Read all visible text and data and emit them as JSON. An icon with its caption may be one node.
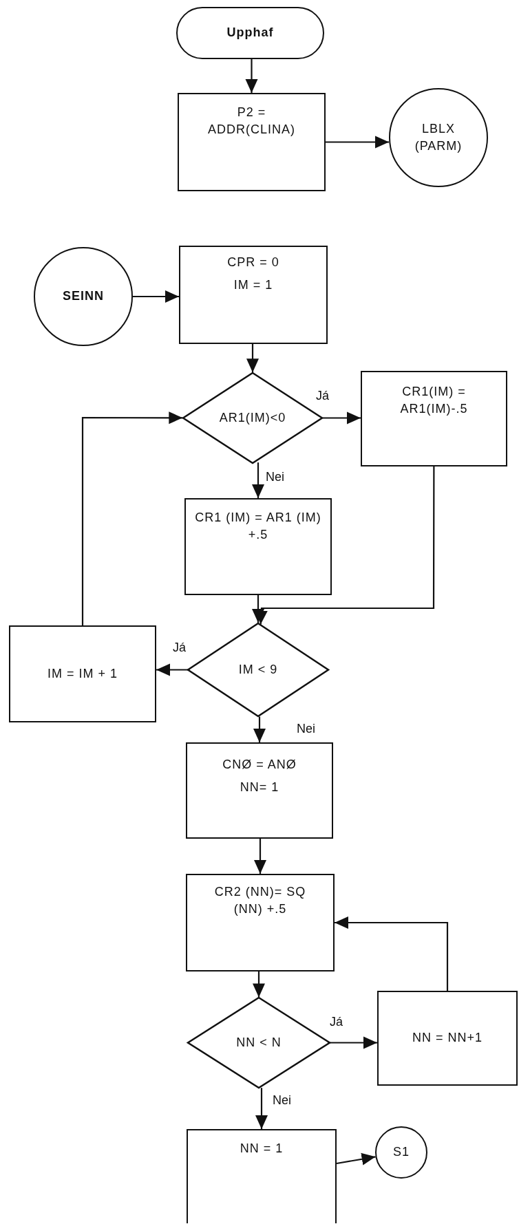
{
  "diagram": {
    "nodes": [
      {
        "text": [
          "Upphaf"
        ]
      },
      {
        "text": [
          "P2 = ADDR(CLINA)"
        ]
      },
      {
        "text": [
          "LBLX (PARM)"
        ]
      },
      {
        "text": [
          "SEINN"
        ]
      },
      {
        "text": [
          "CPR = 0",
          "IM = 1"
        ]
      },
      {
        "text": [
          "AR1(IM)<0"
        ]
      },
      {
        "text": [
          "CR1(IM) = AR1(IM)-.5"
        ]
      },
      {
        "text": [
          "CR1 (IM) = AR1 (IM) +.5"
        ]
      },
      {
        "text": [
          "IM < 9"
        ]
      },
      {
        "text": [
          "IM = IM + 1"
        ]
      },
      {
        "text": [
          "CNØ = ANØ",
          "NN= 1"
        ]
      },
      {
        "text": [
          "CR2 (NN)= SQ (NN) +.5"
        ]
      },
      {
        "text": [
          "NN < N"
        ]
      },
      {
        "text": [
          "NN = NN+1"
        ]
      },
      {
        "text": [
          "NN = 1"
        ]
      },
      {
        "text": [
          "S1"
        ]
      }
    ],
    "edges": [
      {
        "from": 0,
        "to": 1,
        "arrow": "to"
      },
      {
        "from": 1,
        "to": 2,
        "arrow": "to"
      },
      {
        "from": 3,
        "to": 4,
        "arrow": "to"
      },
      {
        "from": 4,
        "to": 5,
        "arrow": "to"
      },
      {
        "from": 5,
        "to": 6,
        "arrow": "to",
        "label": "Já"
      },
      {
        "from": 5,
        "to": 7,
        "arrow": "to",
        "label": "Nei"
      },
      {
        "from": 6,
        "to": 8,
        "arrow": "to"
      },
      {
        "from": 7,
        "to": 8,
        "arrow": "to"
      },
      {
        "from": 8,
        "to": 9,
        "arrow": "to",
        "label": "Já"
      },
      {
        "from": 9,
        "to": 5,
        "arrow": "to"
      },
      {
        "from": 8,
        "to": 10,
        "arrow": "to",
        "label": "Nei"
      },
      {
        "from": 10,
        "to": 11,
        "arrow": "to"
      },
      {
        "from": 11,
        "to": 12,
        "arrow": "to"
      },
      {
        "from": 12,
        "to": 13,
        "arrow": "to",
        "label": "Já"
      },
      {
        "from": 13,
        "to": 11,
        "arrow": "to"
      },
      {
        "from": 12,
        "to": 14,
        "arrow": "to",
        "label": "Nei"
      },
      {
        "from": 14,
        "to": 15,
        "arrow": "to"
      }
    ]
  }
}
